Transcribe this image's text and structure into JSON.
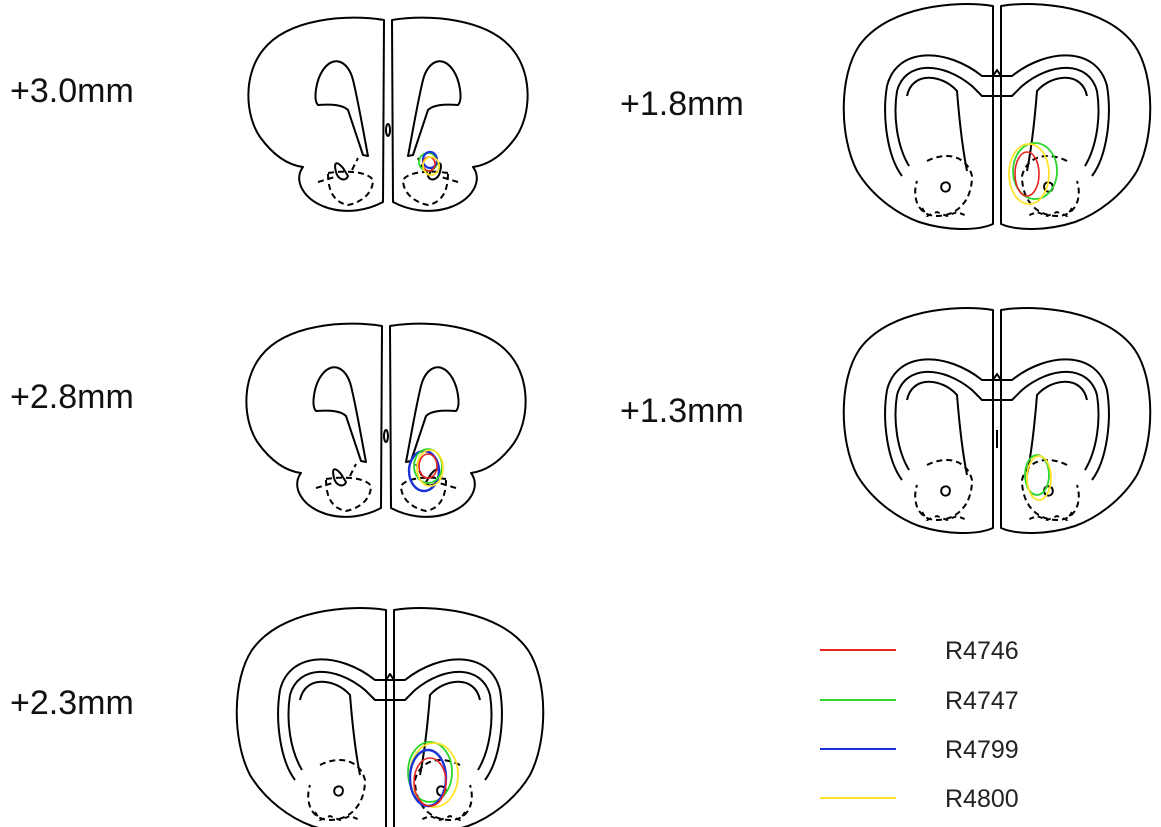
{
  "sections": [
    {
      "label": "+3.0mm"
    },
    {
      "label": "+2.8mm"
    },
    {
      "label": "+2.3mm"
    },
    {
      "label": "+1.8mm"
    },
    {
      "label": "+1.3mm"
    }
  ],
  "legend": [
    {
      "name": "R4746",
      "color": "#e8231f"
    },
    {
      "name": "R4747",
      "color": "#2cd62c"
    },
    {
      "name": "R4799",
      "color": "#1a34d8"
    },
    {
      "name": "R4800",
      "color": "#ffe32a"
    }
  ]
}
